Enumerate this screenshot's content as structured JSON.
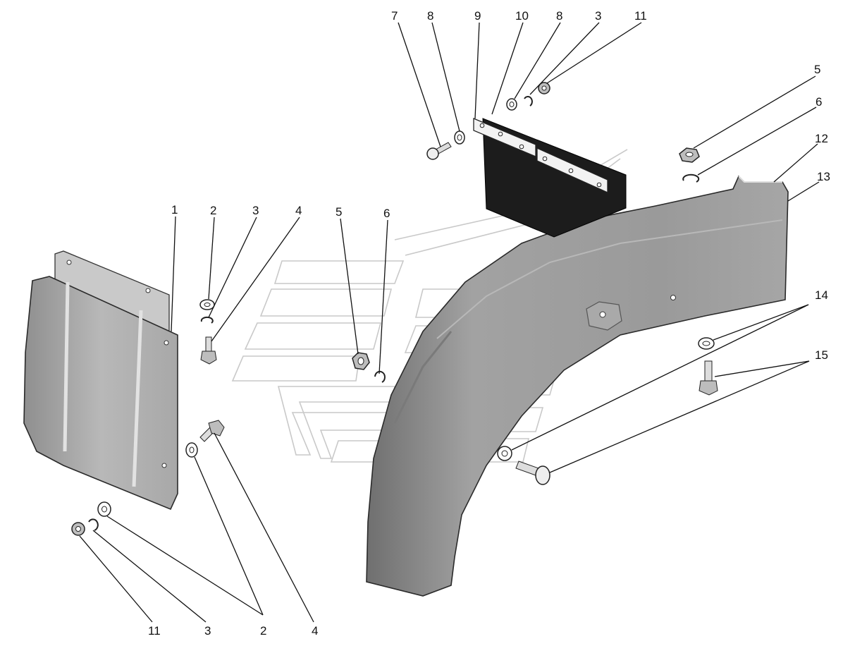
{
  "callouts": {
    "c1": "1",
    "c2a": "2",
    "c3a": "3",
    "c4a": "4",
    "c5a": "5",
    "c6a": "6",
    "c7": "7",
    "c8a": "8",
    "c9": "9",
    "c10": "10",
    "c8b": "8",
    "c3b": "3",
    "c11a": "11",
    "c5b": "5",
    "c6b": "6",
    "c12": "12",
    "c13": "13",
    "c14": "14",
    "c15": "15",
    "c11b": "11",
    "c3c": "3",
    "c2b": "2",
    "c4b": "4"
  },
  "colors": {
    "fender": "#9a9a9a",
    "mudflap": "#b0b0b0",
    "rubber_strip": "#1c1c1c",
    "hardware": "#bdbdbd",
    "ghost_logo": "#c9c9c9"
  }
}
